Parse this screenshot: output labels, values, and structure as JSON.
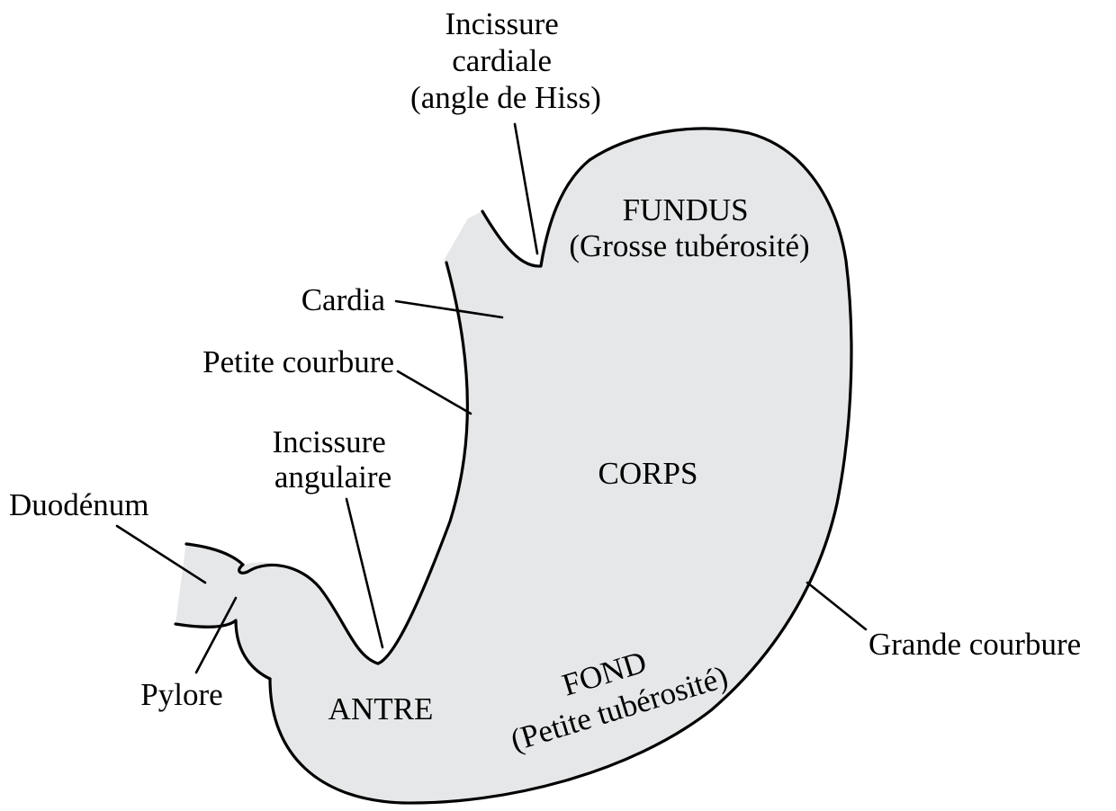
{
  "colors": {
    "organ_fill": "#e6e7e8",
    "outline": "#000000",
    "text": "#000000",
    "background": "#ffffff"
  },
  "labels": {
    "incisure_cardiale": [
      "Incissure",
      "cardiale",
      "(angle de Hiss)"
    ],
    "fundus": [
      "FUNDUS",
      "(Grosse tubérosité)"
    ],
    "cardia": "Cardia",
    "petite_courbure": "Petite courbure",
    "incisure_angulaire": [
      "Incissure",
      "angulaire"
    ],
    "corps": "CORPS",
    "duodenum": "Duodénum",
    "grande_courbure": "Grande courbure",
    "pylore": "Pylore",
    "antre": "ANTRE",
    "fond": [
      "FOND",
      "(Petite tubérosité)"
    ]
  }
}
